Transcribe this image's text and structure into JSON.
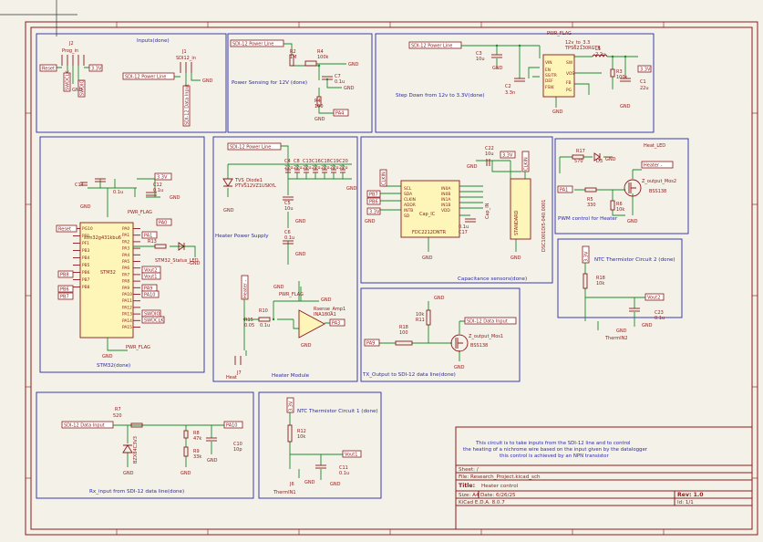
{
  "blocks": {
    "inputs": {
      "title": "Inputs(done)",
      "refs": [
        "J2",
        "J1"
      ],
      "values": [
        "Prog_in",
        "SDI12_in"
      ]
    },
    "power_sense": {
      "title": "Power Sensing for 12V (done)",
      "refs": [
        "R2",
        "R4",
        "C7",
        "R4"
      ],
      "values": [
        "1M",
        "100k",
        "0.1u",
        "100"
      ]
    },
    "stepdown": {
      "title": "Step Down from 12v to 3.3V(done)",
      "ic_ref": "12v_to_3.3",
      "ic_value": "TPS62130RGTR",
      "parts": [
        "C3",
        "10u",
        "C2",
        "3.3n",
        "L1",
        "2.2u",
        "R3",
        "100k",
        "C1",
        "22u"
      ]
    },
    "stm32": {
      "title": "STM32(done)",
      "ic_ref": "stm32g431kbu6",
      "ic_value": "STM32",
      "pins_left": [
        "PG10",
        "PF0",
        "PF1",
        "PB3",
        "PB4",
        "PB5",
        "PB6",
        "PB7",
        "PB8"
      ],
      "pins_right": [
        "PA0",
        "PA1",
        "PA2",
        "PA3",
        "PA4",
        "PA5",
        "PA6",
        "PA7",
        "PA8",
        "PA9",
        "PA10",
        "PA11",
        "PA12",
        "PA13",
        "PA14",
        "PA15"
      ],
      "status_led": "STM32_Status_LED"
    },
    "heater_ps": {
      "title": "Heater Power Supply",
      "diode_ref": "TVS_Diode1",
      "diode_value": "PTVS12VZ1USKYL",
      "caps": [
        "C4",
        "C8",
        "C13",
        "C16",
        "C18",
        "C19",
        "C20"
      ],
      "cap_values": [
        "22u",
        "22u",
        "22u",
        "22u",
        "22u",
        "22u",
        "22u"
      ],
      "c5": "C5",
      "c5_value": "10u",
      "c6": "C6",
      "c6_value": "0.1u"
    },
    "cap_sensors": {
      "title": "Capacitance sensors(done)",
      "ic_ref": "Cap_IC",
      "ic_value": "FDC2212DNTR",
      "conn_ref": "Cap_IN",
      "conn_value": "STANDARD",
      "c22": "C22",
      "c22_value": "10u",
      "c17": "C17",
      "c17_value": "0.1u"
    },
    "pwm": {
      "title": "PWM control for Heater",
      "led_ref": "Heat_LED",
      "r17": "R17",
      "r17_value": "570",
      "r5": "R5",
      "r5_value": "330",
      "r6": "R6",
      "r6_value": "10k",
      "mos_ref": "Z_output_Mos2",
      "mos_value": "BSS138",
      "heater_label": "Heater -"
    },
    "ntc2": {
      "title": "NTC Thermistor Circuit 2 (done)",
      "r": "R18",
      "r_value": "10k",
      "c": "C23",
      "c_value": "0.1u",
      "j": "ThermIN2",
      "out": "Vout2"
    },
    "heater": {
      "title": "Heater Module",
      "rsense": "Rsense_Amp1",
      "rsense_value": "INA180A1",
      "r15": "R15",
      "r15_value": "0.05",
      "r10": "R10",
      "r10_value": "0.1u",
      "pwr_flag": "PWR_FLAG",
      "j7": "J7",
      "j7_label": "Heat",
      "heater_label": "Heater -"
    },
    "tx": {
      "title": "TX_Output to SDI-12 data line(done)",
      "r18": "R18",
      "r18_value": "100",
      "r11": "R11",
      "r11_value": "10k",
      "mos": "Z_output_Mos1",
      "mos_value": "BSS138",
      "sdi": "SDI-12 Data Input",
      "pa": "PA9"
    },
    "rx": {
      "title": "Rx_input from SDI-12 data line(done)",
      "r7": "R7",
      "r7_value": "520",
      "r8": "R8",
      "r8_value": "47k",
      "r9": "R9",
      "r9_value": "33k",
      "c10": "C10",
      "c10_value": "10p",
      "d": "BZX84C3V3",
      "sdi": "SDI-12 Data Input",
      "pa": "PA10"
    },
    "ntc1": {
      "title": "NTC Thermistor Circuit 1 (done)",
      "r": "R12",
      "r_value": "10k",
      "c": "C11",
      "c_value": "0.1u",
      "j": "J6",
      "j_label": "ThermIN1",
      "out": "Vout1"
    }
  },
  "global_labels": {
    "sdi_power": "SDI-12 Power Line",
    "sdi_data": "SDI-12 Data Input",
    "v33": "3.3V",
    "gnd": "GND",
    "reset": "Reset",
    "swdio": "SWDIO",
    "swdclk": "SWDCLK",
    "pa4": "PA4",
    "pa0": "PA0",
    "pa1": "PA1",
    "pb6": "PB6",
    "pb7": "PB7",
    "pb8": "PB8",
    "scl": "SCL",
    "sda": "SDA",
    "clkin": "CLKIN",
    "vout1": "Vout1",
    "vout2": "Vout2",
    "pwm": "PWM"
  },
  "note": {
    "line1": "This circuit is to take inputs from the SDI-12 line and to control",
    "line2": "the heating of a nichrome wire based on the input given by the datalogger",
    "line3": "this control is achieved by an NPN transistor"
  },
  "title_block": {
    "sheet_label": "Sheet: /",
    "file_label": "File: Research_Project.kicad_sch",
    "title_label": "Title:",
    "title_value": "Heater control",
    "size_label": "Size: A4",
    "date_label": "Date: 6/26/25",
    "rev_label": "Rev: 1.0",
    "tool_label": "KiCad E.D.A. 8.0.7",
    "id_label": "Id: 1/1"
  },
  "colors": {
    "frame": "#8b1a1a",
    "block": "#2a2aa8",
    "wire": "#1d8a2a",
    "body": "#fdf6b8",
    "background": "#f4f1e8"
  }
}
